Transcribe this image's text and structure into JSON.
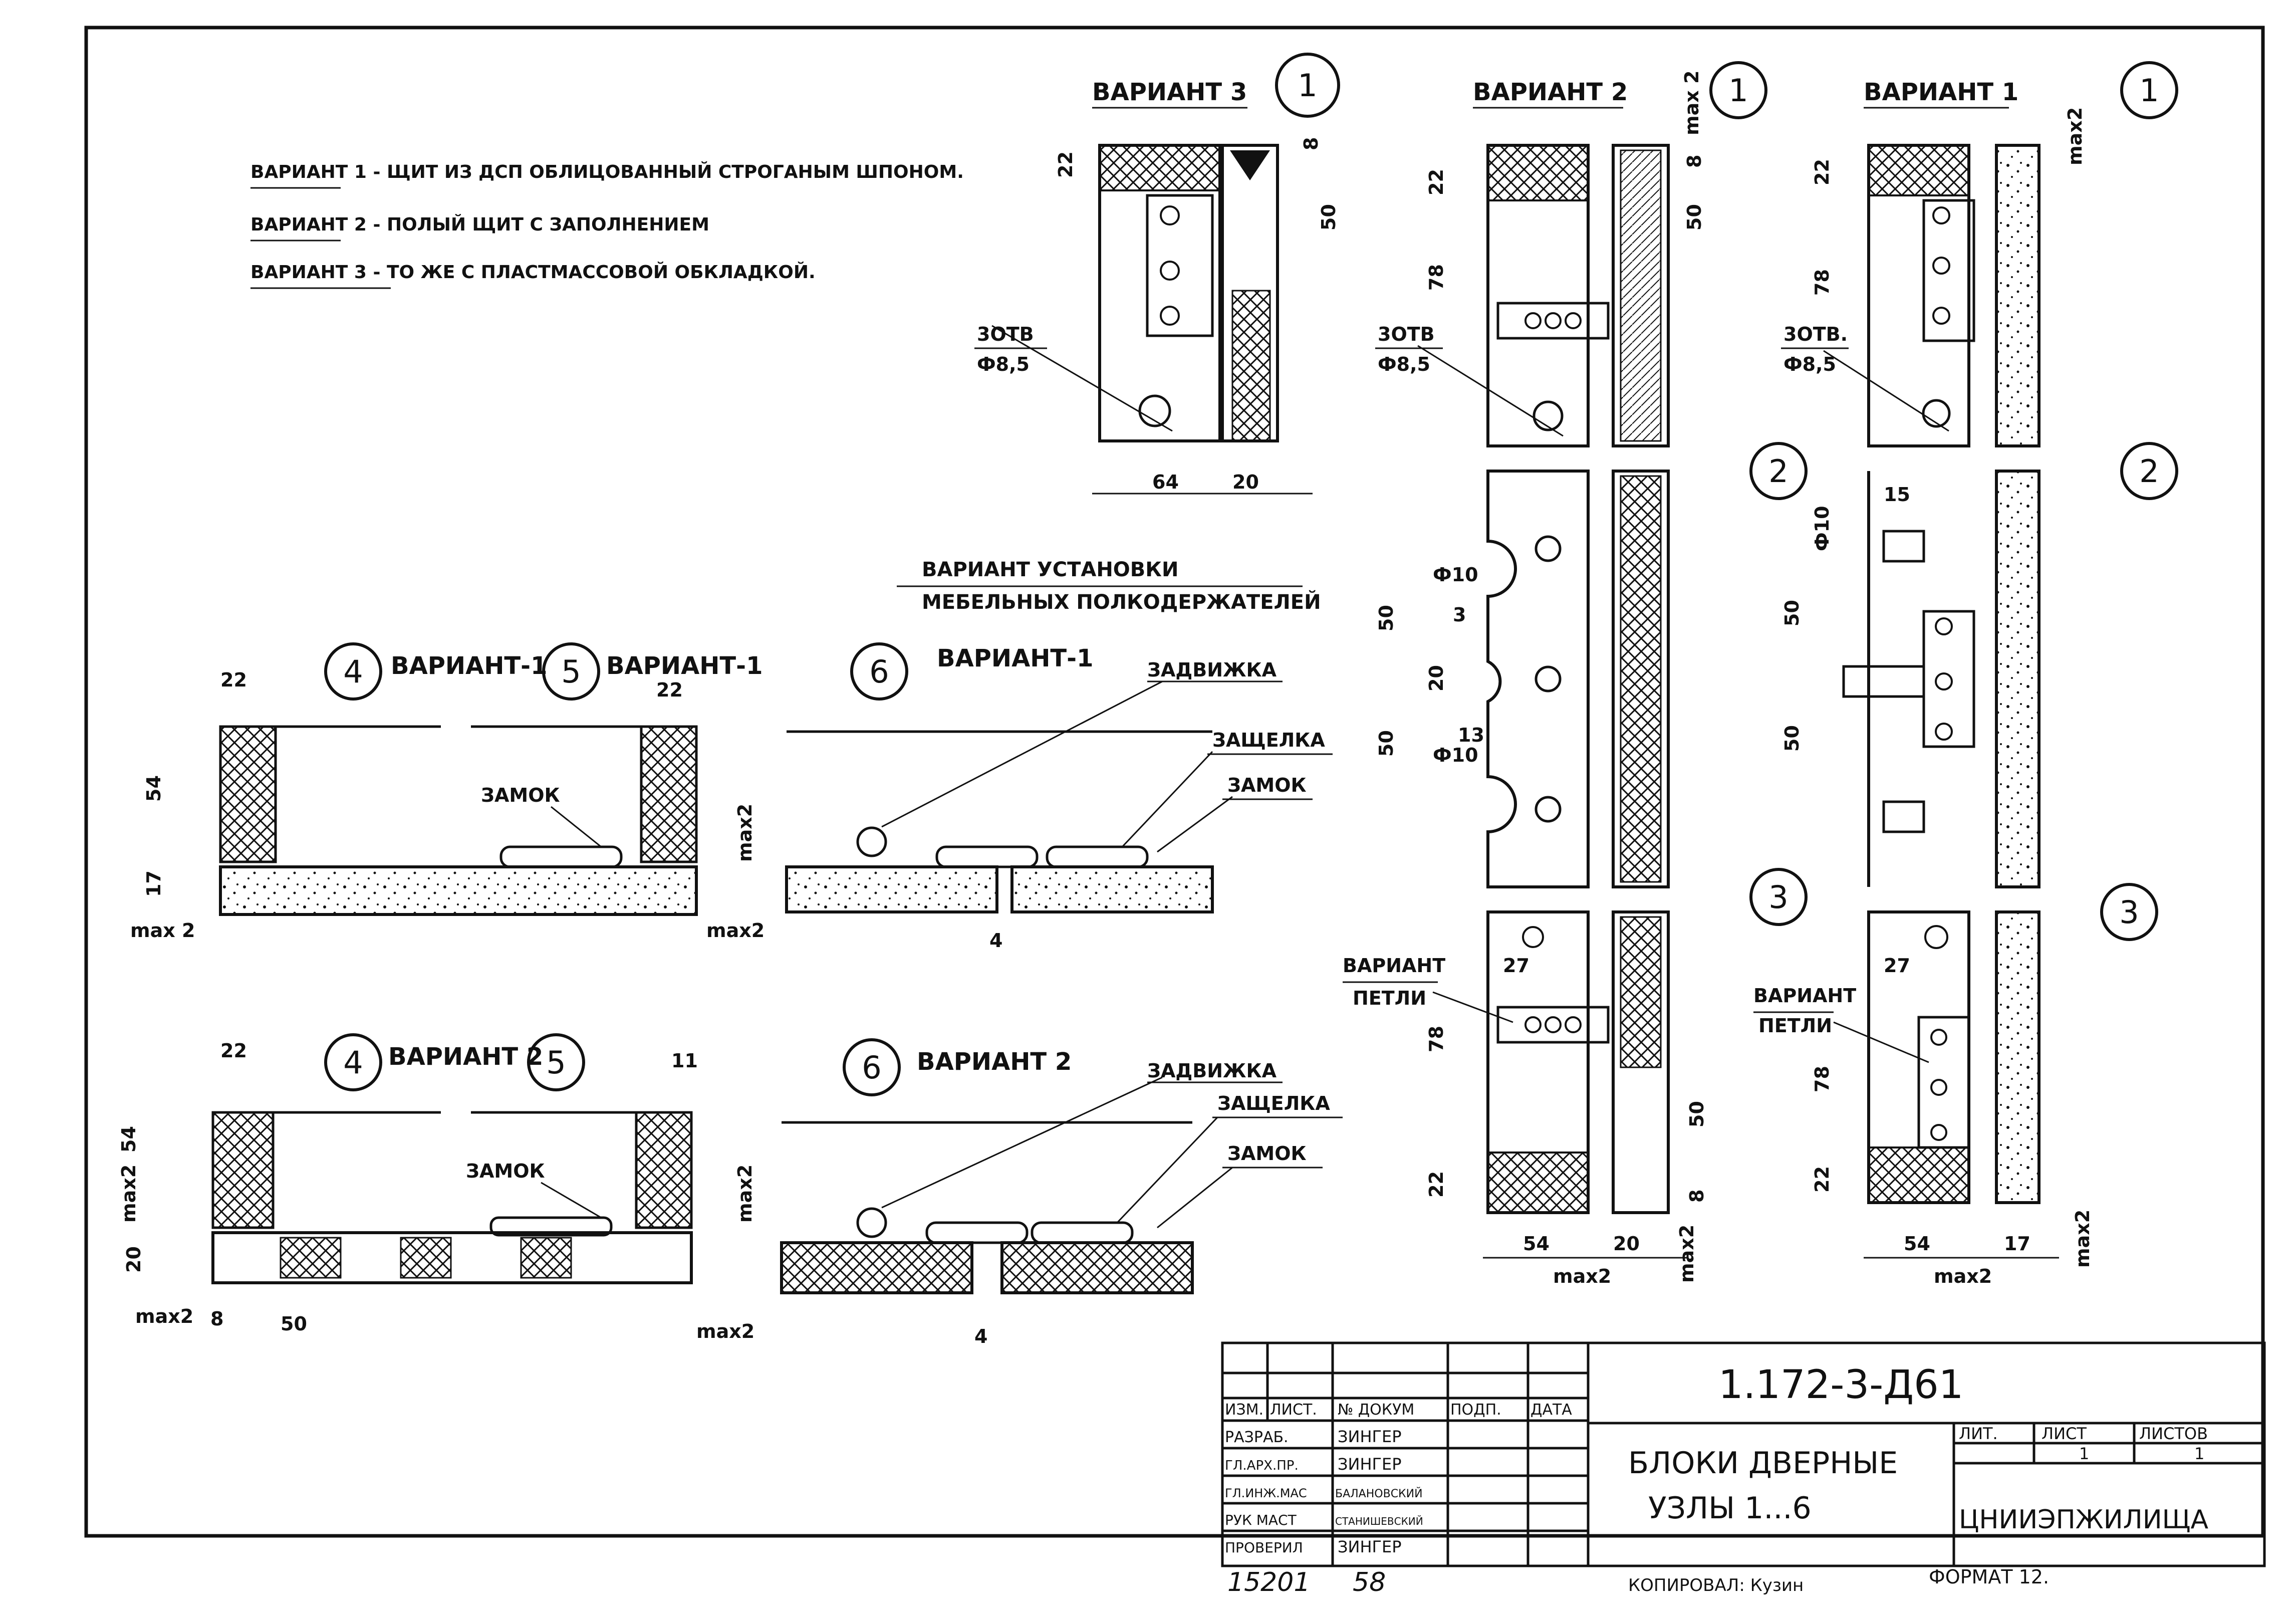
{
  "notes": [
    "ВАРИАНТ 1 - ЩИТ ИЗ ДСП ОБЛИЦОВАННЫЙ СТРОГАНЫМ ШПОНОМ.",
    "ВАРИАНТ 2 - ПОЛЫЙ ЩИТ С ЗАПОЛНЕНИЕМ",
    "ВАРИАНТ 3 - ТО ЖЕ С ПЛАСТМАССОВОЙ ОБКЛАДКОЙ."
  ],
  "variants": {
    "v1": "ВАРИАНТ 1",
    "v2": "ВАРИАНТ 2",
    "v3": "ВАРИАНТ 3",
    "v1_dash": "ВАРИАНТ-1",
    "v2_alt": "ВАРИАНТ 2"
  },
  "node_numbers": [
    "1",
    "2",
    "3",
    "4",
    "5",
    "6"
  ],
  "holes": {
    "count": "3ОТВ",
    "count_alt": "3ОТВ.",
    "dia": "Ф8,5"
  },
  "shelf_holder": {
    "line1": "ВАРИАНТ УСТАНОВКИ",
    "line2": "МЕБЕЛЬНЫХ ПОЛКОДЕРЖАТЕЛЕЙ"
  },
  "hinge": {
    "line1": "ВАРИАНТ",
    "line2": "ПЕТЛИ"
  },
  "hardware": {
    "zadvizhka": "ЗАДВИЖКА",
    "zashchelka": "ЗАЩЕЛКА",
    "zamok": "ЗАМОК"
  },
  "dims": {
    "d22": "22",
    "d78": "78",
    "d50": "50",
    "d54": "54",
    "d20": "20",
    "d17": "17",
    "d15": "15",
    "d27": "27",
    "d8": "8",
    "d4": "4",
    "d3": "3",
    "d13": "13",
    "d11": "11",
    "dmax2": "max 2",
    "dmax2b": "max2",
    "dphi10": "Ф10",
    "d64": "64"
  },
  "title_block": {
    "code": "1.172-3-Д61",
    "title_line1": "БЛОКИ ДВЕРНЫЕ",
    "title_line2": "УЗЛЫ 1...6",
    "col_headers": [
      "ИЗМ.",
      "ЛИСТ.",
      "№ ДОКУМ",
      "ПОДП.",
      "ДАТА"
    ],
    "rows": [
      {
        "role": "РАЗРАБ.",
        "name": "ЗИНГЕР"
      },
      {
        "role": "ГЛ.АРХ.ПР.",
        "name": "ЗИНГЕР"
      },
      {
        "role": "ГЛ.ИНЖ.МАС",
        "name": "БАЛАНОВСКИЙ"
      },
      {
        "role": "РУК МАСТ",
        "name": "СТАНИШЕВСКИЙ"
      },
      {
        "role": "ПРОВЕРИЛ",
        "name": "ЗИНГЕР"
      }
    ],
    "lit_label": "ЛИТ.",
    "sheet_label": "ЛИСТ",
    "sheets_label": "ЛИСТОВ",
    "sheet_value": "1",
    "sheets_value": "1",
    "org": "ЦНИИЭПЖИЛИЩА"
  },
  "footer": {
    "inv": "15201",
    "num": "58",
    "copied": "КОПИРОВАЛ: Кузин",
    "format": "ФОРМАТ 12."
  }
}
